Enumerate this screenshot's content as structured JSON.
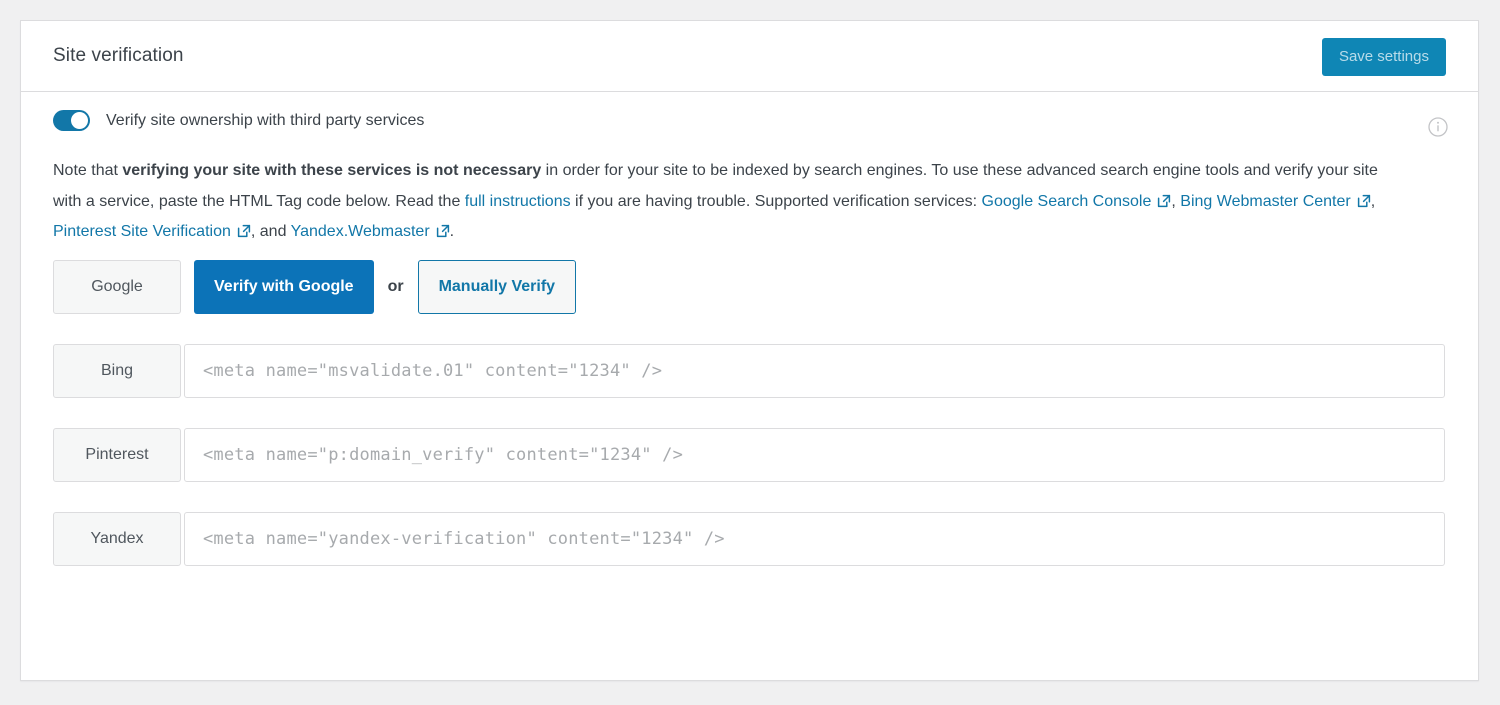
{
  "header": {
    "title": "Site verification",
    "save_label": "Save settings"
  },
  "toggle": {
    "label": "Verify site ownership with third party services",
    "state": "on"
  },
  "info_icon": "info-icon",
  "note": {
    "part1": "Note that ",
    "bold": "verifying your site with these services is not necessary",
    "part2": " in order for your site to be indexed by search engines. To use these advanced search engine tools and verify your site with a service, paste the HTML Tag code below. Read the ",
    "full_instructions_link": "full instructions",
    "part3": " if you are having trouble. Supported verification services: ",
    "link_google": "Google Search Console",
    "sep1": ", ",
    "link_bing": "Bing Webmaster Center",
    "sep2": ", ",
    "link_pinterest": "Pinterest Site Verification",
    "sep3": ", and ",
    "link_yandex": "Yandex.Webmaster",
    "end": "."
  },
  "google_row": {
    "service_label": "Google",
    "verify_label": "Verify with Google",
    "or_label": "or",
    "manual_label": "Manually Verify"
  },
  "rows": [
    {
      "service_label": "Bing",
      "placeholder": "<meta name=\"msvalidate.01\" content=\"1234\" />",
      "value": ""
    },
    {
      "service_label": "Pinterest",
      "placeholder": "<meta name=\"p:domain_verify\" content=\"1234\" />",
      "value": ""
    },
    {
      "service_label": "Yandex",
      "placeholder": "<meta name=\"yandex-verification\" content=\"1234\" />",
      "value": ""
    }
  ],
  "colors": {
    "accent_blue": "#1277a8",
    "primary_button": "#0c73b8",
    "save_button": "#0f86b5",
    "text": "#3c434a",
    "muted": "#a7aaad",
    "border": "#dcdcde",
    "panel_bg": "#f6f7f7",
    "page_bg": "#f0f0f1"
  }
}
